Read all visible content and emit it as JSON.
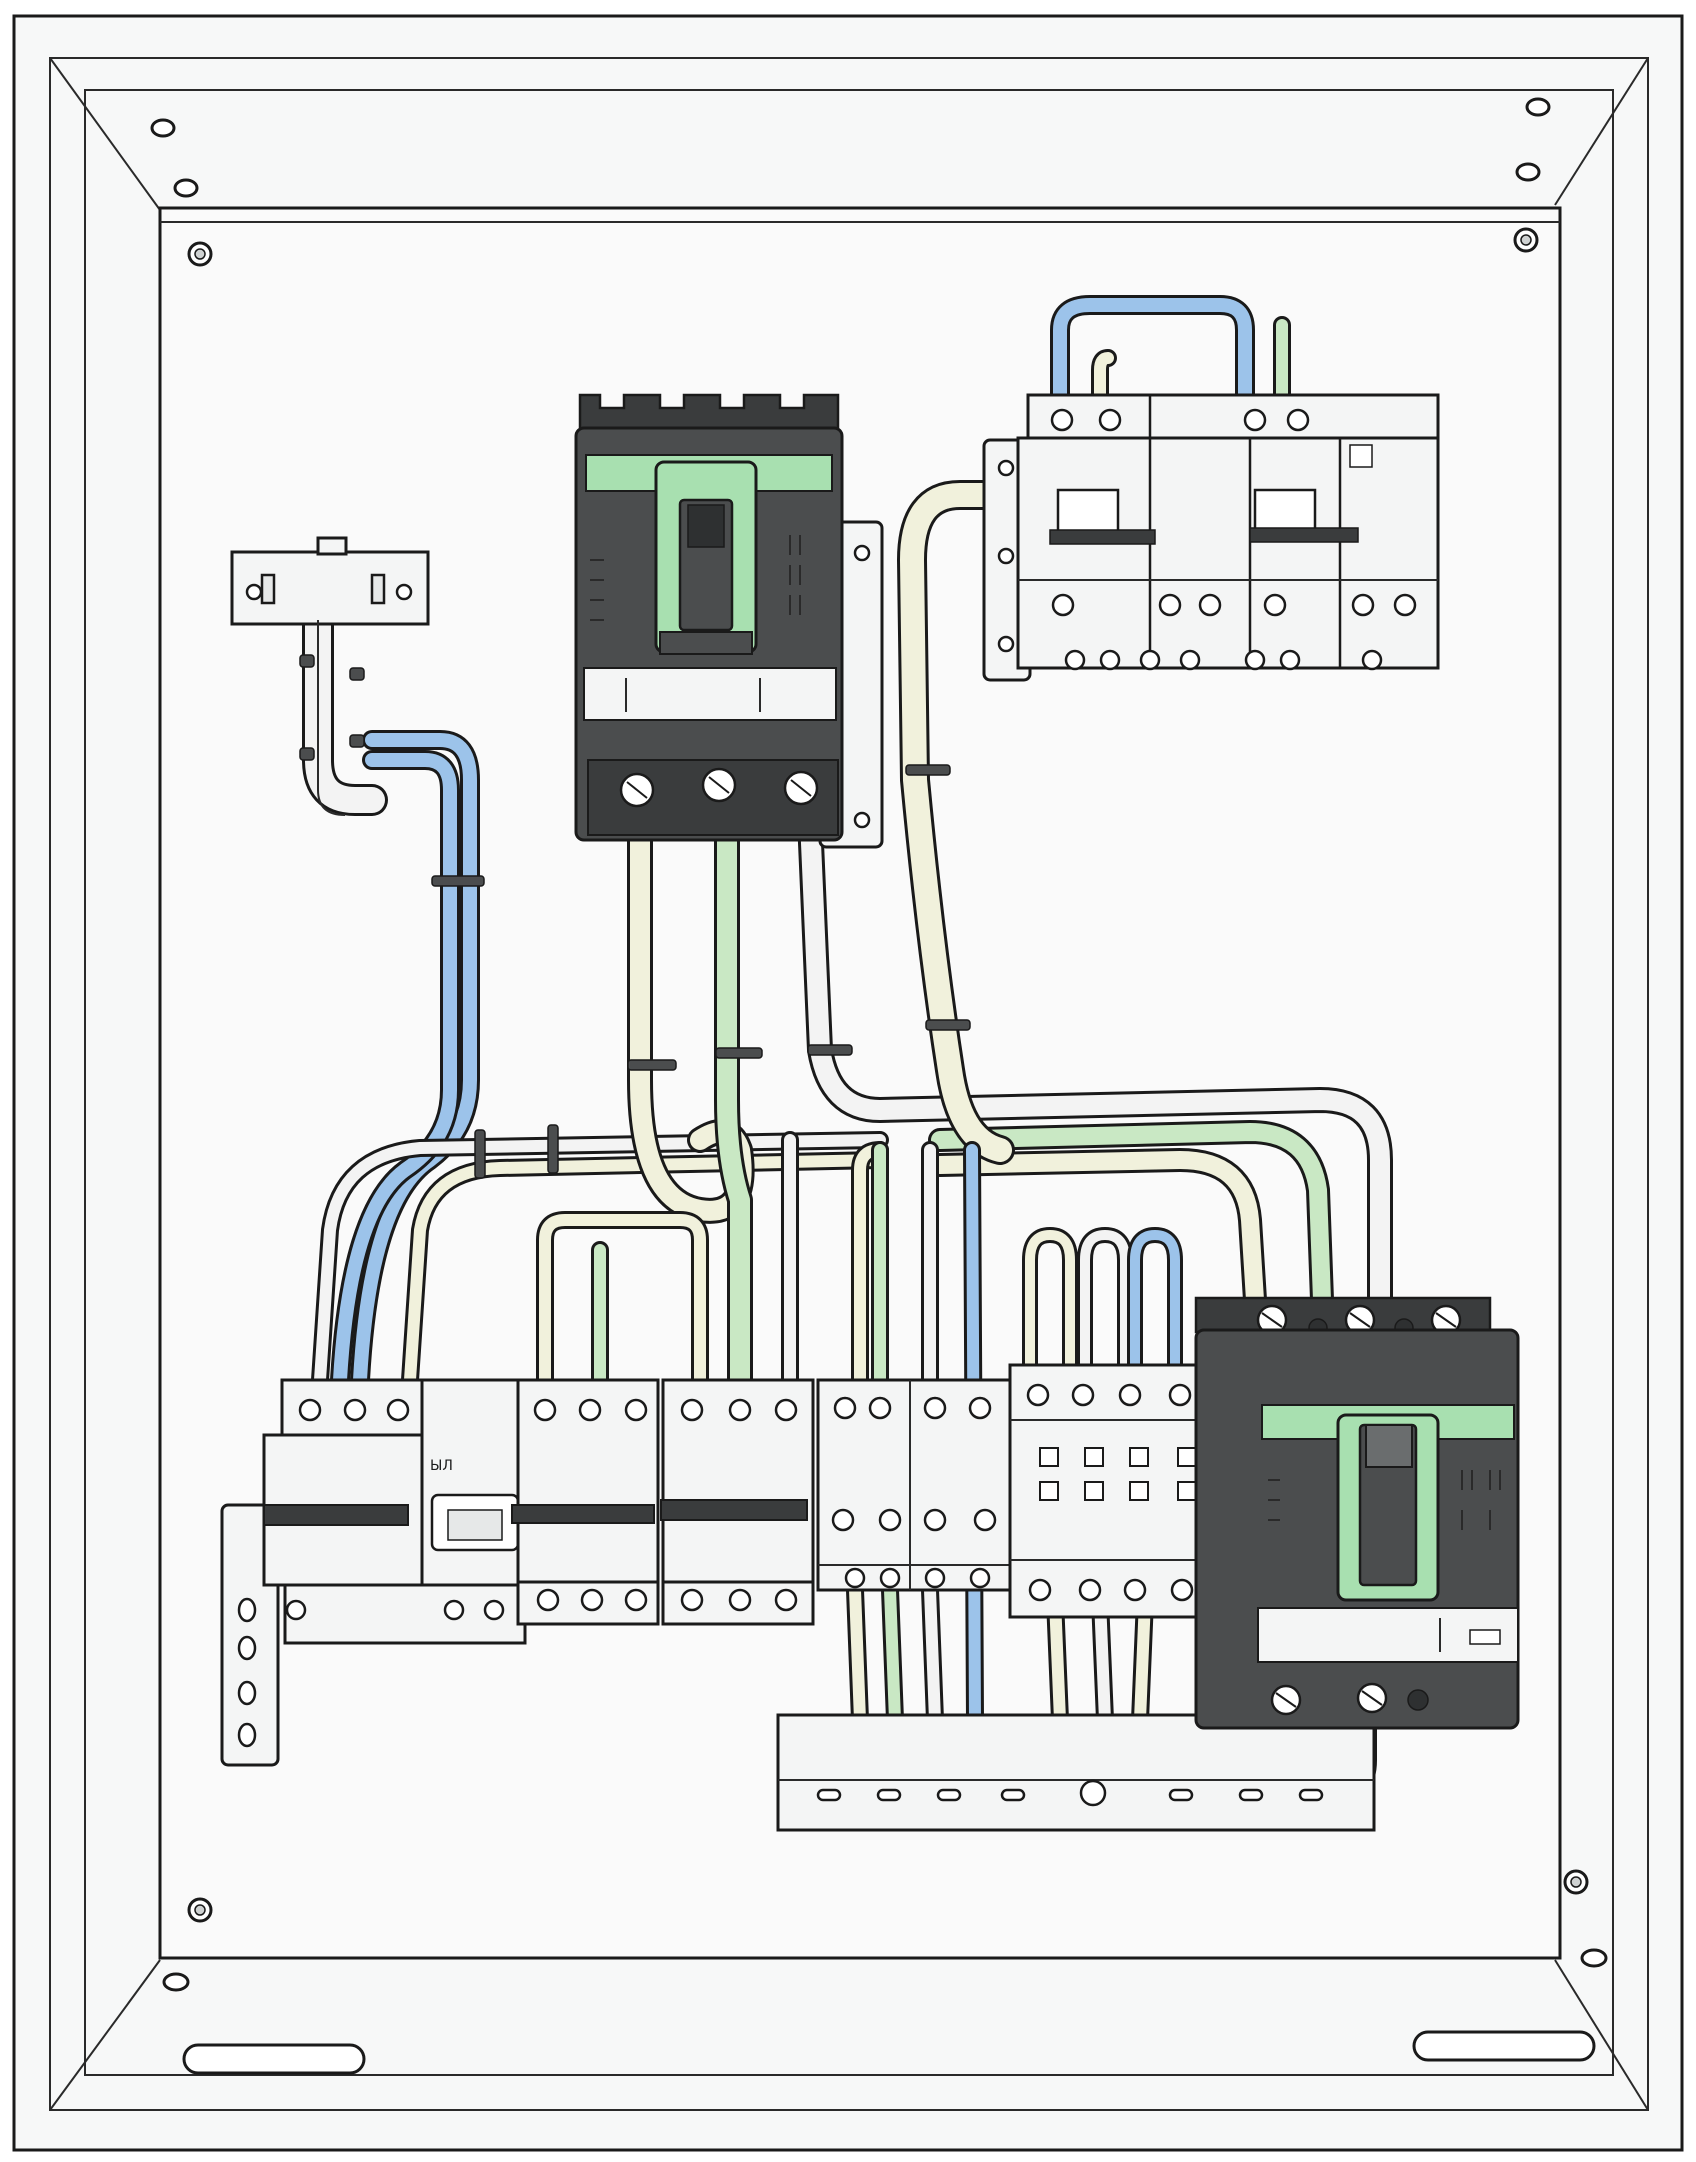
{
  "drawing": {
    "subject": "electrical-distribution-panel",
    "colors": {
      "background": "#ffffff",
      "enclosure": "#f7f8f8",
      "outline": "#1a1a1a",
      "breaker_body_dark": "#4b4d4e",
      "breaker_label_green": "#a8e0b0",
      "wire_blue": "#9cc3ea",
      "wire_green": "#c9e8c4",
      "wire_cream": "#f1f1dc",
      "wire_white": "#f3f3f3",
      "device_white": "#f4f5f5"
    },
    "components": [
      {
        "id": "upper-mccb",
        "kind": "molded-case-breaker",
        "poles": 3,
        "icon": "circuit-breaker-icon"
      },
      {
        "id": "lower-mccb",
        "kind": "molded-case-breaker",
        "poles": 3,
        "icon": "circuit-breaker-icon"
      },
      {
        "id": "upper-right-miniature-breakers",
        "kind": "modular-breaker-group",
        "modules": 4
      },
      {
        "id": "din-rail-breaker-row",
        "kind": "modular-breaker-row",
        "modules": 6
      },
      {
        "id": "terminal-block",
        "kind": "terminal-block"
      },
      {
        "id": "neutral-bar",
        "kind": "bus-bar"
      },
      {
        "id": "ground-bracket",
        "kind": "mounting-bracket"
      }
    ],
    "labels": {
      "row_module_mark": "ЫЛ"
    }
  }
}
